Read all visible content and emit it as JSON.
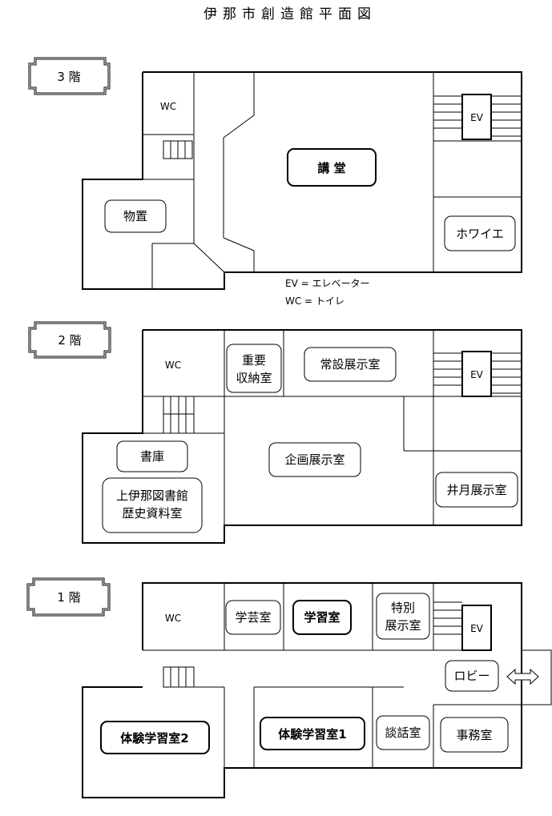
{
  "title": "伊那市創造館平面図",
  "legend": {
    "ev": "EV = エレベーター",
    "wc": "WC = トイレ"
  },
  "floor3": {
    "label": "3 階",
    "rooms": {
      "wc": "WC",
      "lecture": "講 堂",
      "storage": "物置",
      "foyer": "ホワイエ",
      "ev": "EV"
    }
  },
  "floor2": {
    "label": "2 階",
    "rooms": {
      "wc": "WC",
      "vault_line1": "重要",
      "vault_line2": "収納室",
      "permanent": "常設展示室",
      "ev": "EV",
      "stacks": "書庫",
      "library_line1": "上伊那図書館",
      "library_line2": "歴史資料室",
      "special_ex": "企画展示室",
      "izutsuki": "井月展示室"
    }
  },
  "floor1": {
    "label": "1 階",
    "rooms": {
      "wc": "WC",
      "curator": "学芸室",
      "study": "学習室",
      "special_line1": "特別",
      "special_line2": "展示室",
      "ev": "EV",
      "lobby": "ロビー",
      "hands_on2": "体験学習室2",
      "hands_on1": "体験学習室1",
      "lounge": "談話室",
      "office": "事務室"
    }
  }
}
